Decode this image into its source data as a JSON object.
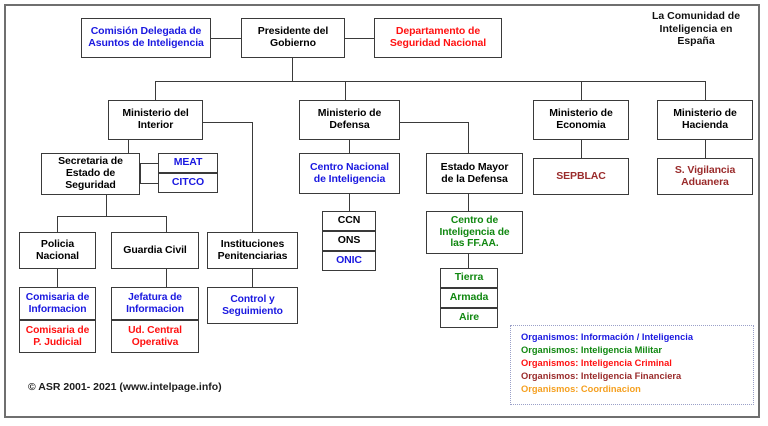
{
  "title": {
    "text": "La Comunidad de\nInteligencia en\nEspaña"
  },
  "copyright": {
    "text": "© ASR 2001- 2021 (www.intelpage.info)"
  },
  "nodes": {
    "comision": "Comisión Delegada de\nAsuntos de Inteligencia",
    "presidente": "Presidente del\nGobierno",
    "dsn": "Departamento de\nSeguridad Nacional",
    "min_interior": "Ministerio del\nInterior",
    "min_defensa": "Ministerio de\nDefensa",
    "min_economia": "Ministerio de\nEconomia",
    "min_hacienda": "Ministerio de\nHacienda",
    "sepblac": "SEPBLAC",
    "vigilancia": "S. Vigilancia\nAduanera",
    "secretaria": "Secretaria de\nEstado de\nSeguridad",
    "meat": "MEAT",
    "citco": "CITCO",
    "cni": "Centro Nacional\nde Inteligencia",
    "ccn": "CCN",
    "ons": "ONS",
    "onic": "ONIC",
    "estado_mayor": "Estado Mayor\nde la Defensa",
    "cifas": "Centro de\nInteligencia de\nlas FF.AA.",
    "tierra": "Tierra",
    "armada": "Armada",
    "aire": "Aire",
    "policia": "Policia\nNacional",
    "guardia_civil": "Guardia Civil",
    "instituciones": "Instituciones\nPenitenciarias",
    "comisaria_info": "Comisaria de\nInformacion",
    "comisaria_judicial": "Comisaria de\nP. Judicial",
    "jefatura_info": "Jefatura de\nInformacion",
    "ud_central": "Ud. Central\nOperativa",
    "control": "Control y\nSeguimiento"
  },
  "legend": {
    "items": [
      "Organismos: Información / Inteligencia",
      "Organismos: Inteligencia Militar",
      "Organismos: Inteligencia Criminal",
      "Organismos: Inteligencia Financiera",
      "Organismos: Coordinacion"
    ]
  },
  "colors": {
    "informacion": "#1a18e0",
    "militar": "#118811",
    "criminal": "#ff1111",
    "financiera": "#9a2b2b",
    "coordinacion": "#f5a020",
    "neutral": "#000000"
  }
}
